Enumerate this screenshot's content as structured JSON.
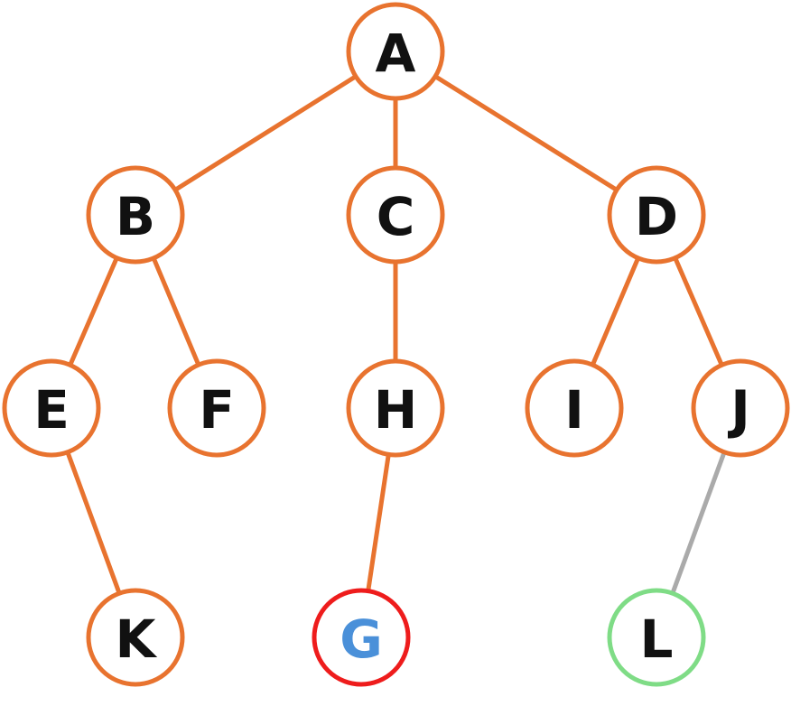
{
  "colors": {
    "node_stroke": "#e8732f",
    "edge": "#e8732f",
    "label": "#111111",
    "highlight_stroke": "#ee1c1c",
    "highlight_label": "#4a90d9",
    "target_stroke": "#7fdc86",
    "inactive_edge": "#aaaaaa"
  },
  "nodes": [
    {
      "id": "A",
      "label": "A"
    },
    {
      "id": "B",
      "label": "B"
    },
    {
      "id": "C",
      "label": "C"
    },
    {
      "id": "D",
      "label": "D"
    },
    {
      "id": "E",
      "label": "E"
    },
    {
      "id": "F",
      "label": "F"
    },
    {
      "id": "H",
      "label": "H"
    },
    {
      "id": "I",
      "label": "I"
    },
    {
      "id": "J",
      "label": "J"
    },
    {
      "id": "K",
      "label": "K"
    },
    {
      "id": "G",
      "label": "G",
      "state": "highlighted"
    },
    {
      "id": "L",
      "label": "L",
      "state": "target"
    }
  ],
  "edges": [
    {
      "from": "A",
      "to": "B"
    },
    {
      "from": "A",
      "to": "C"
    },
    {
      "from": "A",
      "to": "D"
    },
    {
      "from": "B",
      "to": "E"
    },
    {
      "from": "B",
      "to": "F"
    },
    {
      "from": "C",
      "to": "H"
    },
    {
      "from": "D",
      "to": "I"
    },
    {
      "from": "D",
      "to": "J"
    },
    {
      "from": "E",
      "to": "K"
    },
    {
      "from": "H",
      "to": "G"
    },
    {
      "from": "J",
      "to": "L",
      "state": "inactive"
    }
  ]
}
